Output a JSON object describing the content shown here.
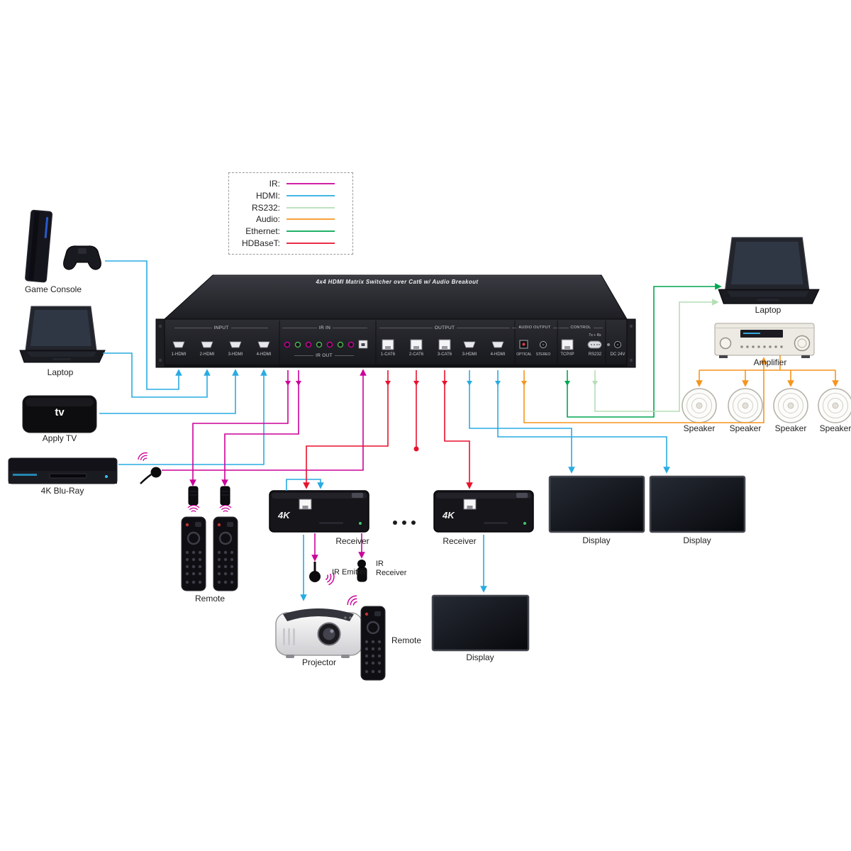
{
  "legend": {
    "items": [
      {
        "label": "IR:",
        "color": "#CC0099"
      },
      {
        "label": "HDMI:",
        "color": "#29ABE2"
      },
      {
        "label": "RS232:",
        "color": "#B5DEB5"
      },
      {
        "label": "Audio:",
        "color": "#F7941D"
      },
      {
        "label": "Ethernet:",
        "color": "#00A651"
      },
      {
        "label": "HDBaseT:",
        "color": "#E8112D"
      }
    ]
  },
  "switcher": {
    "title": "4x4 HDMI Matrix Switcher over Cat6 w/ Audio Breakout",
    "sections": {
      "input": "INPUT",
      "ir_in": "IR IN",
      "ir_out": "IR OUT",
      "output": "OUTPUT",
      "audio_output": "AUDIO OUTPUT",
      "control": "CONTROL"
    },
    "input_ports": [
      "1-HDMI",
      "2-HDMI",
      "3-HDMI",
      "4-HDMI"
    ],
    "output_ports": [
      "1-CAT6",
      "2-CAT6",
      "3-CAT6",
      "3-HDMI",
      "4-HDMI"
    ],
    "audio_ports": [
      "OPTICAL",
      "STEREO"
    ],
    "control_ports": [
      "TCP/IP",
      "RS232"
    ],
    "tx_rx_label": "Tx + Rx",
    "power_label": "DC 24V"
  },
  "devices": {
    "game_console": "Game Console",
    "laptop_left": "Laptop",
    "apple_tv": "Apply TV",
    "apple_tv_logo": "tv",
    "bluray": "4K Blu-Ray",
    "remote_left": "Remote",
    "receiver1": "Receiver",
    "receiver2": "Receiver",
    "receiver_logo": "4K",
    "ir_emitter": "IR Emitter",
    "ir_receiver_line1": "IR",
    "ir_receiver_line2": "Receiver",
    "projector": "Projector",
    "remote_bottom": "Remote",
    "display1": "Display",
    "display2": "Display",
    "display3": "Display",
    "laptop_right": "Laptop",
    "amplifier": "Amplifier",
    "speakers": [
      "Speaker",
      "Speaker",
      "Speaker",
      "Speaker"
    ]
  }
}
